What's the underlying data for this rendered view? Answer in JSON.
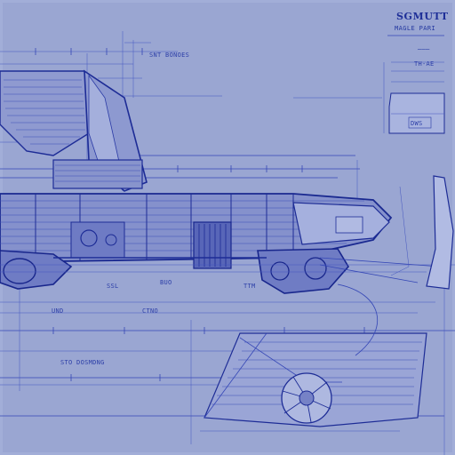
{
  "sheet": {
    "title": "SGMUTT",
    "subtitle": "MAGLE PARI",
    "background": "#9aa6d2",
    "ink": "#1e2f98"
  },
  "labels": {
    "top_callout": "SNT BONOES",
    "hull_side": "CTNO",
    "lower_long": "STO DOSMDNG",
    "fin_box": "DWS",
    "front_mid": "BUO",
    "left_a": "UND",
    "left_b": "SSL",
    "upper_right": "TH-AE",
    "callout_small": "TTM"
  }
}
